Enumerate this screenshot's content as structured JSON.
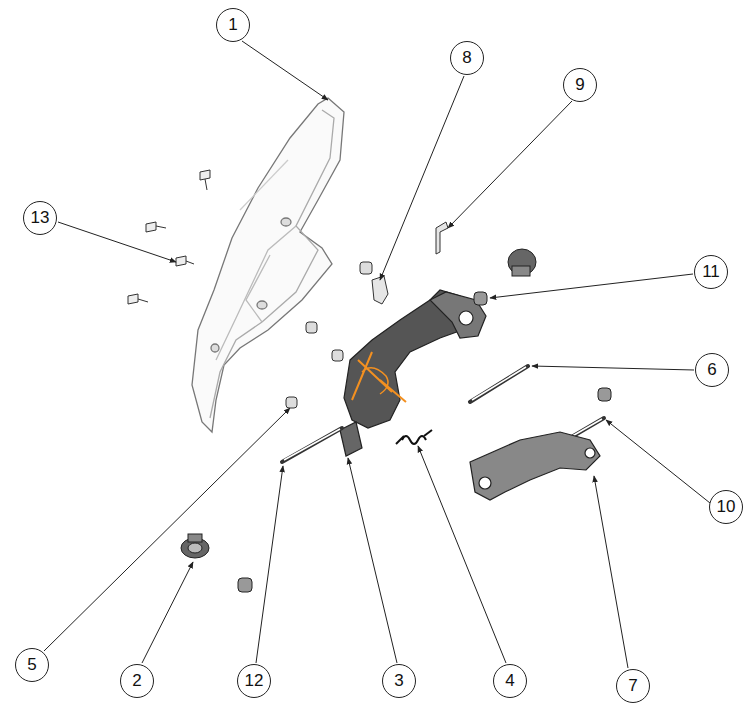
{
  "diagram": {
    "labels": [
      "1",
      "8",
      "9",
      "13",
      "11",
      "6",
      "10",
      "5",
      "2",
      "12",
      "3",
      "4",
      "7"
    ]
  }
}
